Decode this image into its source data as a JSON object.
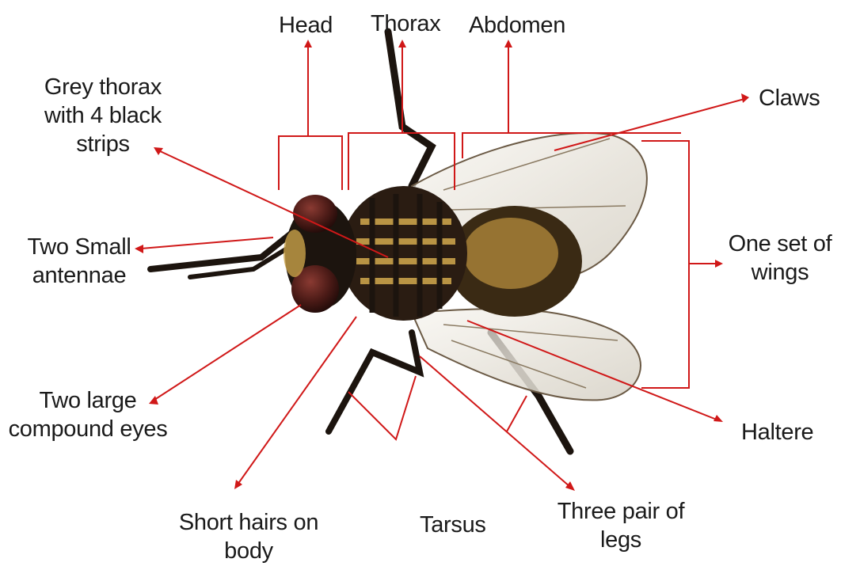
{
  "diagram": {
    "subject": "house-fly-specimen",
    "colors": {
      "callout": "#d01818",
      "body_dark": "#1c140e",
      "body_gold": "#c9a14a",
      "wing_tint": "#e8e4dc",
      "eye": "#4a1a16"
    },
    "labels": {
      "head": "Head",
      "thorax": "Thorax",
      "abdomen": "Abdomen",
      "claws": "Claws",
      "grey_thorax": [
        "Grey thorax",
        "with 4 black",
        "strips"
      ],
      "antennae": [
        "Two Small",
        "antennae"
      ],
      "wings": [
        "One set of",
        "wings"
      ],
      "eyes": [
        "Two large",
        "compound eyes"
      ],
      "haltere": "Haltere",
      "hairs": [
        "Short hairs on",
        "body"
      ],
      "tarsus": "Tarsus",
      "legs": [
        "Three pair of",
        "legs"
      ]
    }
  }
}
